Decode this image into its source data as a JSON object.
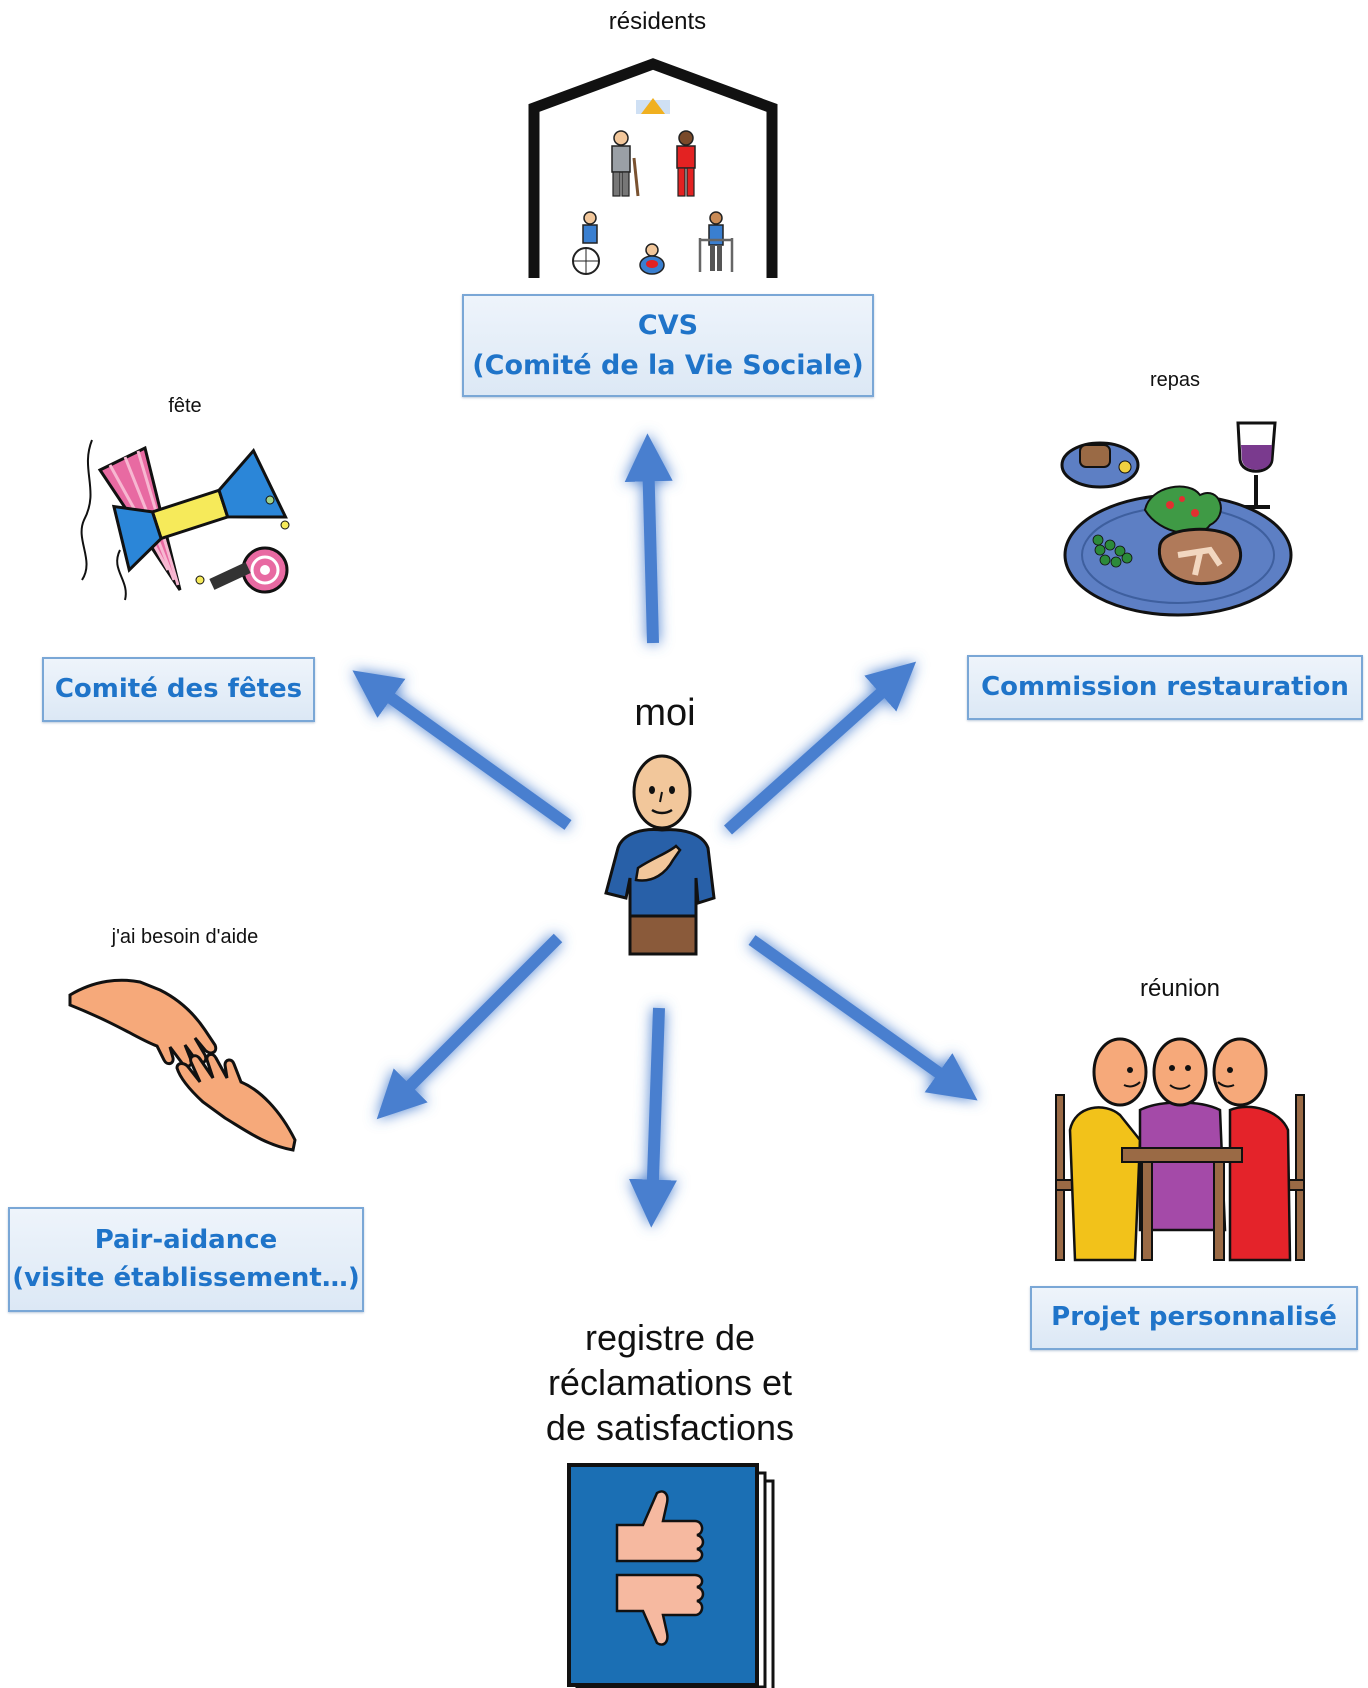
{
  "center": {
    "caption": "moi"
  },
  "nodes": {
    "cvs": {
      "caption": "résidents",
      "box_line1": "CVS",
      "box_line2": "(Comité de la Vie Sociale)"
    },
    "fetes": {
      "caption": "fête",
      "box_line1": "Comité des fêtes"
    },
    "restauration": {
      "caption": "repas",
      "box_line1": "Commission restauration"
    },
    "pair_aidance": {
      "caption": "j'ai besoin d'aide",
      "box_line1": "Pair-aidance",
      "box_line2": "(visite établissement…)"
    },
    "projet": {
      "caption": "réunion",
      "box_line1": "Projet personnalisé"
    },
    "registre": {
      "caption_line1": "registre de",
      "caption_line2": "réclamations et",
      "caption_line3": "de satisfactions"
    }
  },
  "colors": {
    "arrow": "#4a7fcf",
    "glow": "#a9c8f0",
    "box_text": "#1f74c9",
    "box_border": "#7aa7d6",
    "book": "#1b6fb4"
  },
  "icons": [
    "house-residents-icon",
    "party-favors-icon",
    "meal-plate-icon",
    "person-self-icon",
    "helping-hands-icon",
    "meeting-people-icon",
    "thumbs-book-icon"
  ]
}
